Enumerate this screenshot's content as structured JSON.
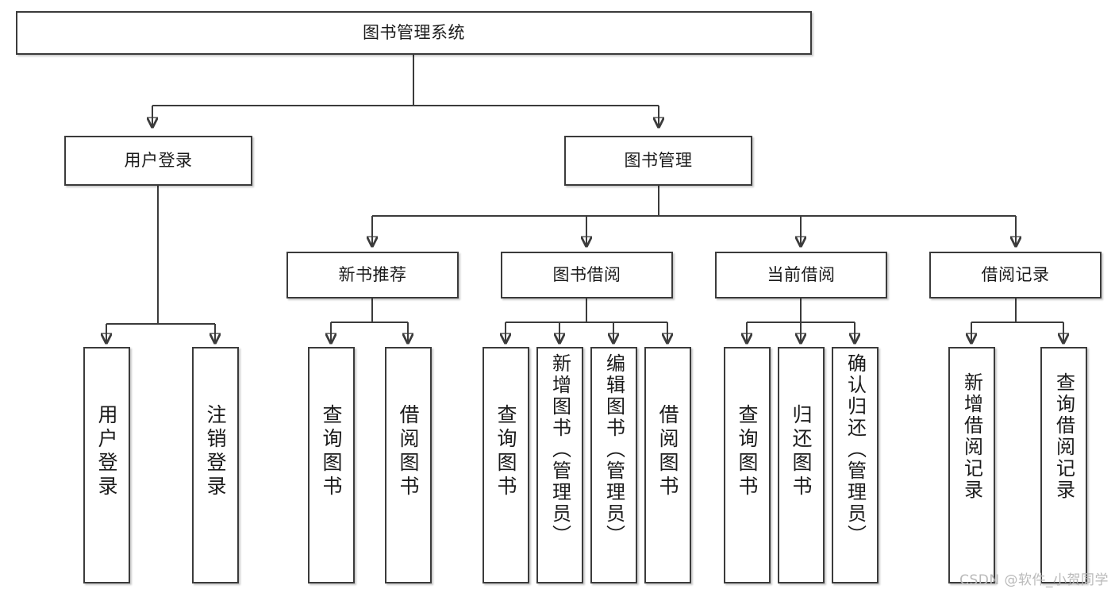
{
  "diagram": {
    "title": "图书管理系统",
    "watermark": "CSDN @软件_小贺同学",
    "colors": {
      "stroke": "#3b3b3b",
      "fill": "#ffffff",
      "text": "#1b1b1b",
      "watermark": "#b9b9b9"
    },
    "root": {
      "label": "图书管理系统"
    },
    "level2": [
      {
        "label": "用户登录"
      },
      {
        "label": "图书管理"
      }
    ],
    "level3": [
      {
        "label": "新书推荐"
      },
      {
        "label": "图书借阅"
      },
      {
        "label": "当前借阅"
      },
      {
        "label": "借阅记录"
      }
    ],
    "leaves": {
      "user_login": [
        {
          "label": "用户登录"
        },
        {
          "label": "注销登录"
        }
      ],
      "new_book_recommend": [
        {
          "label": "查询图书"
        },
        {
          "label": "借阅图书"
        }
      ],
      "book_borrow": [
        {
          "label": "查询图书"
        },
        {
          "label": "新增图书（管理员）"
        },
        {
          "label": "编辑图书（管理员）"
        },
        {
          "label": "借阅图书"
        }
      ],
      "current_borrow": [
        {
          "label": "查询图书"
        },
        {
          "label": "归还图书"
        },
        {
          "label": "确认归还（管理员）"
        }
      ],
      "borrow_record": [
        {
          "label": "新增借阅记录"
        },
        {
          "label": "查询借阅记录"
        }
      ]
    }
  }
}
